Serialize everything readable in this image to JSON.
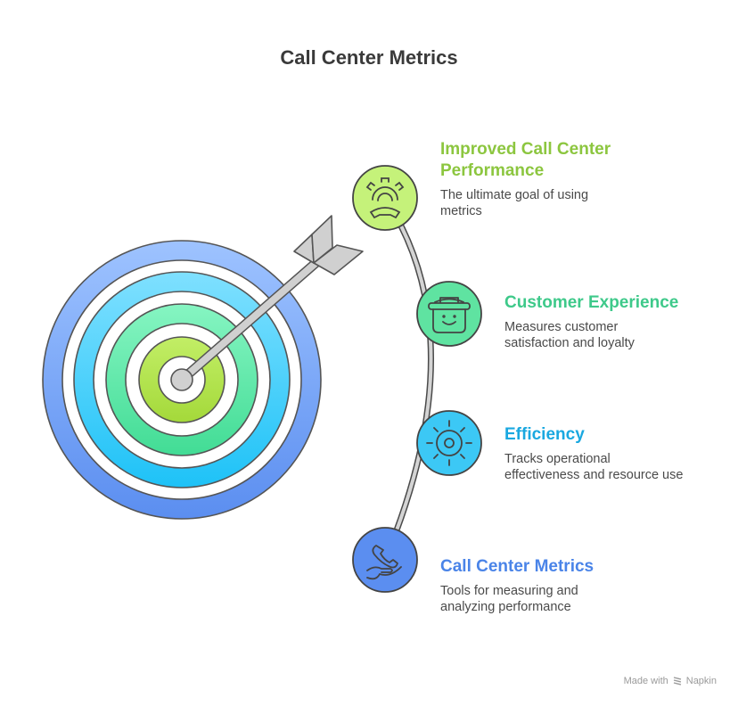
{
  "title": "Call Center Metrics",
  "items": [
    {
      "heading": "Improved Call Center Performance",
      "heading_line1": "Improved Call Center",
      "heading_line2": "Performance",
      "description_line1": "The ultimate goal of using",
      "description_line2": "metrics",
      "icon": "gear-phone-icon",
      "color": "#8cc63f",
      "fill": "#c5f27a"
    },
    {
      "heading": "Customer Experience",
      "description_line1": "Measures customer",
      "description_line2": "satisfaction and loyalty",
      "icon": "smiling-basket-icon",
      "color": "#3ec98a",
      "fill": "#5fe3a1"
    },
    {
      "heading": "Efficiency",
      "description_line1": "Tracks operational",
      "description_line2": "effectiveness and resource use",
      "icon": "sun-gear-icon",
      "color": "#1aa8e0",
      "fill": "#3cc8f5"
    },
    {
      "heading": "Call Center Metrics",
      "description_line1": "Tools for measuring and",
      "description_line2": "analyzing performance",
      "icon": "hand-phone-icon",
      "color": "#4a84e8",
      "fill": "#5b8ef0"
    }
  ],
  "footer": {
    "made_with": "Made with",
    "brand": "Napkin"
  }
}
